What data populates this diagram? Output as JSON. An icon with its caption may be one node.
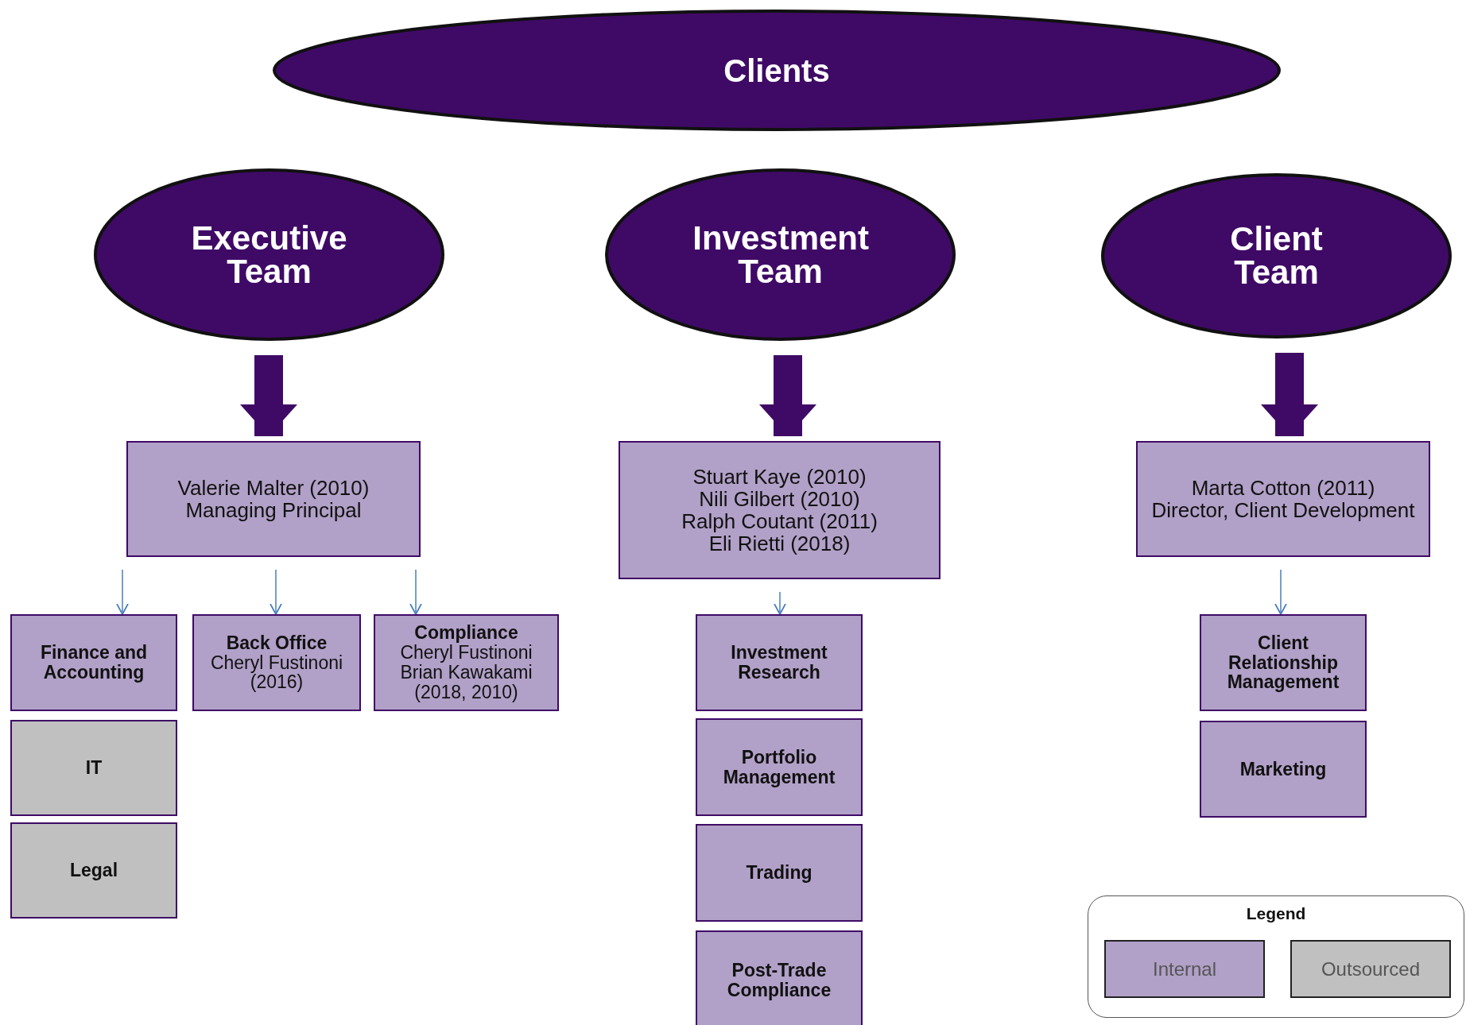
{
  "diagram": {
    "nodes": [
      {
        "text": [
          "Clients"
        ]
      },
      {
        "text": [
          "Executive Team"
        ]
      },
      {
        "text": [
          "Investment Team"
        ]
      },
      {
        "text": [
          "Client Team"
        ]
      },
      {
        "text": [
          "Valerie Malter (2010)",
          "Managing Principal"
        ]
      },
      {
        "text": [
          "Stuart Kaye (2010)",
          "Nili Gilbert (2010)",
          "Ralph Coutant (2011)",
          "Eli Rietti (2018)"
        ]
      },
      {
        "text": [
          "Marta Cotton (2011)",
          "Director, Client Development"
        ]
      },
      {
        "text": [
          "Finance and Accounting"
        ]
      },
      {
        "text": [
          "IT"
        ]
      },
      {
        "text": [
          "Legal"
        ]
      },
      {
        "text": [
          "Back Office",
          "Cheryl Fustinoni (2016)"
        ]
      },
      {
        "text": [
          "Compliance",
          "Cheryl Fustinoni",
          "Brian Kawakami",
          "(2018, 2010)"
        ]
      },
      {
        "text": [
          "Investment Research"
        ]
      },
      {
        "text": [
          "Portfolio Management"
        ]
      },
      {
        "text": [
          "Trading"
        ]
      },
      {
        "text": [
          "Post-Trade Compliance"
        ]
      },
      {
        "text": [
          "Client Relationship Management"
        ]
      },
      {
        "text": [
          "Marketing"
        ]
      }
    ],
    "edges": [
      {
        "from": 1,
        "to": 4,
        "arrow": "to",
        "style": "thick",
        "color": "#3f0a66"
      },
      {
        "from": 2,
        "to": 5,
        "arrow": "to",
        "style": "thick",
        "color": "#3f0a66"
      },
      {
        "from": 3,
        "to": 6,
        "arrow": "to",
        "style": "thick",
        "color": "#3f0a66"
      },
      {
        "from": 4,
        "to": 7,
        "arrow": "to"
      },
      {
        "from": 4,
        "to": 10,
        "arrow": "to"
      },
      {
        "from": 4,
        "to": 11,
        "arrow": "to"
      },
      {
        "from": 5,
        "to": 12,
        "arrow": "to"
      },
      {
        "from": 6,
        "to": 16,
        "arrow": "to"
      }
    ],
    "labels": [
      "Legend"
    ],
    "legend": [
      {
        "text": "Internal",
        "color": "#b1a0c7"
      },
      {
        "text": "Outsourced",
        "color": "#c0c0c0"
      }
    ]
  }
}
